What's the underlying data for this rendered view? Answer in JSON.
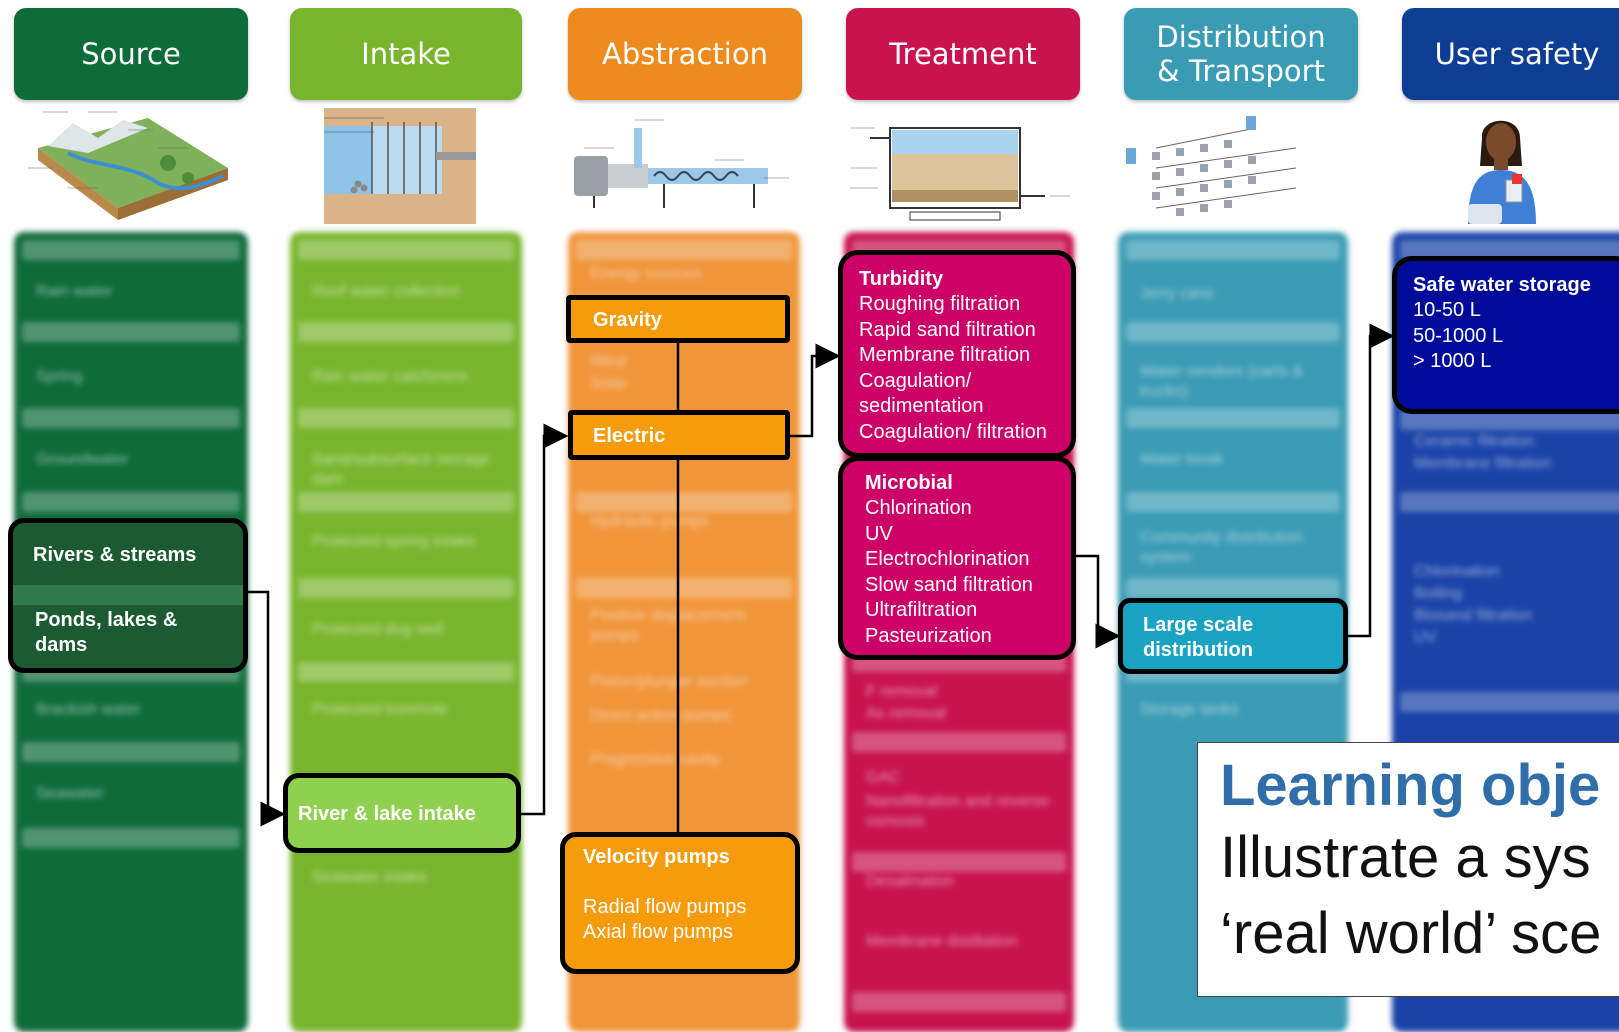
{
  "stages": [
    {
      "label_line1": "Source",
      "label_line2": "",
      "color": "#0e6b3a"
    },
    {
      "label_line1": "Intake",
      "label_line2": "",
      "color": "#78b52d"
    },
    {
      "label_line1": "Abstraction",
      "label_line2": "",
      "color": "#ee8b1f"
    },
    {
      "label_line1": "Treatment",
      "label_line2": "",
      "color": "#c8134f"
    },
    {
      "label_line1": "Distribution",
      "label_line2": "& Transport",
      "color": "#3a9bb4"
    },
    {
      "label_line1": "User safety",
      "label_line2": "",
      "color": "#0e3e93"
    }
  ],
  "source_box": {
    "line1": "Rivers & streams",
    "line2a": "Ponds, lakes &",
    "line2b": "dams",
    "color": "#1c5a33"
  },
  "intake_box": {
    "label": "River & lake intake",
    "color": "#8fd14f"
  },
  "abstraction": {
    "gravity": "Gravity",
    "electric": "Electric",
    "velocity_title": "Velocity pumps",
    "velocity_items": [
      "Radial flow pumps",
      "Axial flow pumps"
    ],
    "color": "#f59b0c"
  },
  "treatment": {
    "turbidity_title": "Turbidity",
    "turbidity_items": [
      "Roughing filtration",
      "Rapid sand filtration",
      "Membrane filtration",
      "Coagulation/",
      "sedimentation",
      "Coagulation/ filtration"
    ],
    "microbial_title": "Microbial",
    "microbial_items": [
      "Chlorination",
      "UV",
      "Electrochlorination",
      "Slow sand filtration",
      "Ultrafiltration",
      "Pasteurization"
    ],
    "color": "#cc0066"
  },
  "distribution_box": {
    "line1": "Large scale",
    "line2": "distribution",
    "color": "#1aa3c2"
  },
  "safety_box": {
    "title": "Safe water storage",
    "items": [
      "10-50 L",
      "50-1000 L",
      "> 1000 L"
    ],
    "color": "#000c99"
  },
  "learning": {
    "title": "Learning obje",
    "line1": "Illustrate a sys",
    "line2": "‘real world’ sce"
  }
}
